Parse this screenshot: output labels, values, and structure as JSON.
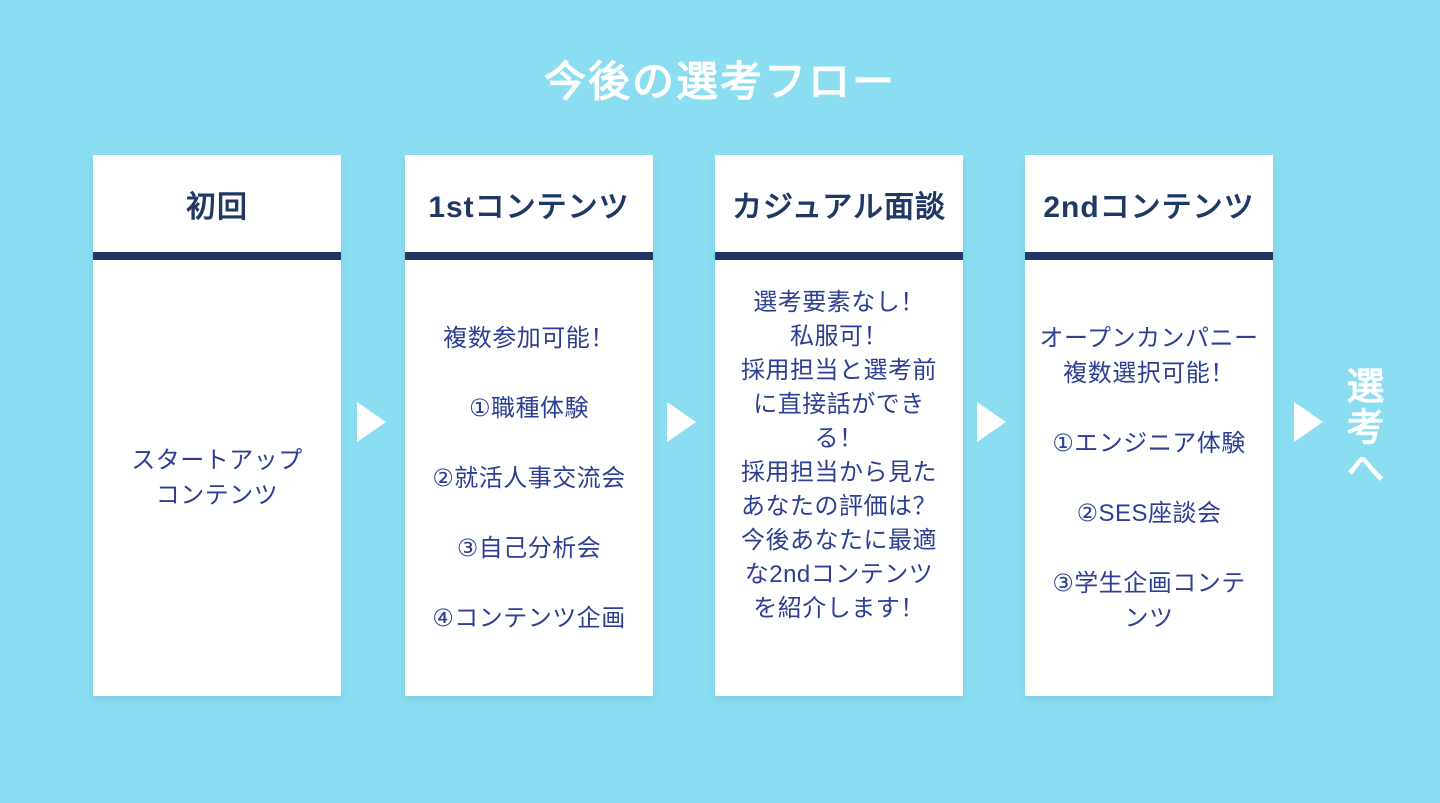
{
  "title": "今後の選考フロー",
  "end_label": "選考へ",
  "colors": {
    "background": "#8bdef2",
    "card_bg": "#ffffff",
    "header_navy": "#1f3864",
    "body_blue": "#2c3f93",
    "title_white": "#ffffff",
    "arrow_white": "#ffffff"
  },
  "cards": [
    {
      "header": "初回",
      "blocks": [
        "スタートアップ\nコンテンツ"
      ]
    },
    {
      "header": "1stコンテンツ",
      "blocks": [
        "複数参加可能！",
        "①職種体験",
        "②就活人事交流会",
        "③自己分析会",
        "④コンテンツ企画"
      ]
    },
    {
      "header": "カジュアル面談",
      "blocks": [
        "選考要素なし！\n私服可！\n採用担当と選考前\nに直接話ができ\nる！\n採用担当から見た\nあなたの評価は？\n今後あなたに最適\nな2ndコンテンツ\nを紹介します！"
      ]
    },
    {
      "header": "2ndコンテンツ",
      "blocks": [
        "オープンカンパニー\n複数選択可能！",
        "①エンジニア体験",
        "②SES座談会",
        "③学生企画コンテ\nンツ"
      ]
    }
  ]
}
